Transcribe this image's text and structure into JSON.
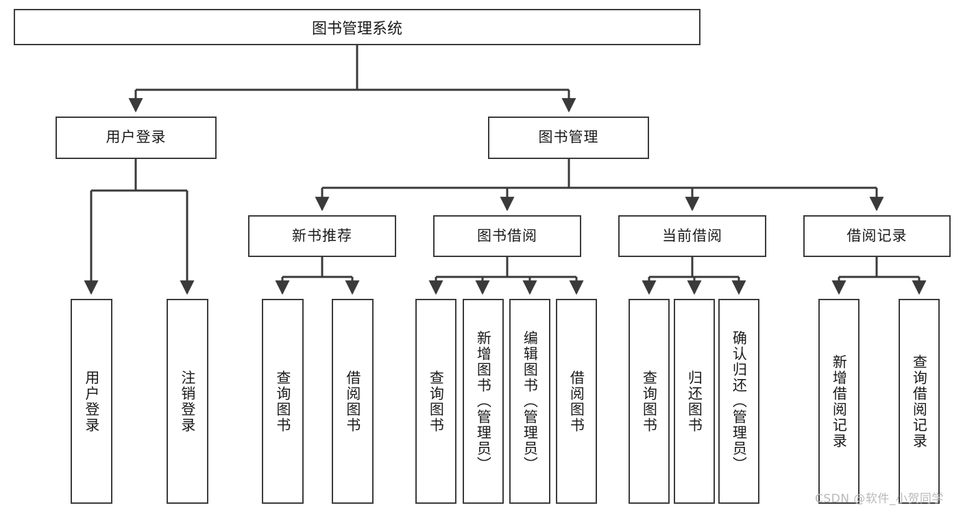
{
  "diagram": {
    "title": "图书管理系统",
    "watermark": "CSDN @软件_小贺同学",
    "colors": {
      "stroke": "#3a3a3a",
      "background": "#ffffff",
      "text": "#1a1a1a",
      "watermark": "#b9b9b9"
    },
    "nodes": {
      "root": {
        "label": "图书管理系统"
      },
      "level1": [
        {
          "label": "用户登录"
        },
        {
          "label": "图书管理"
        }
      ],
      "level2": [
        {
          "label": "新书推荐"
        },
        {
          "label": "图书借阅"
        },
        {
          "label": "当前借阅"
        },
        {
          "label": "借阅记录"
        }
      ],
      "leaves": {
        "user_login": [
          {
            "label": "用户登录"
          },
          {
            "label": "注销登录"
          }
        ],
        "new_book_recommend": [
          {
            "label": "查询图书"
          },
          {
            "label": "借阅图书"
          }
        ],
        "book_borrow": [
          {
            "label": "查询图书"
          },
          {
            "label": "新增图书（管理员）"
          },
          {
            "label": "编辑图书（管理员）"
          },
          {
            "label": "借阅图书"
          }
        ],
        "current_borrow": [
          {
            "label": "查询图书"
          },
          {
            "label": "归还图书"
          },
          {
            "label": "确认归还（管理员）"
          }
        ],
        "borrow_record": [
          {
            "label": "新增借阅记录"
          },
          {
            "label": "查询借阅记录"
          }
        ]
      }
    }
  }
}
